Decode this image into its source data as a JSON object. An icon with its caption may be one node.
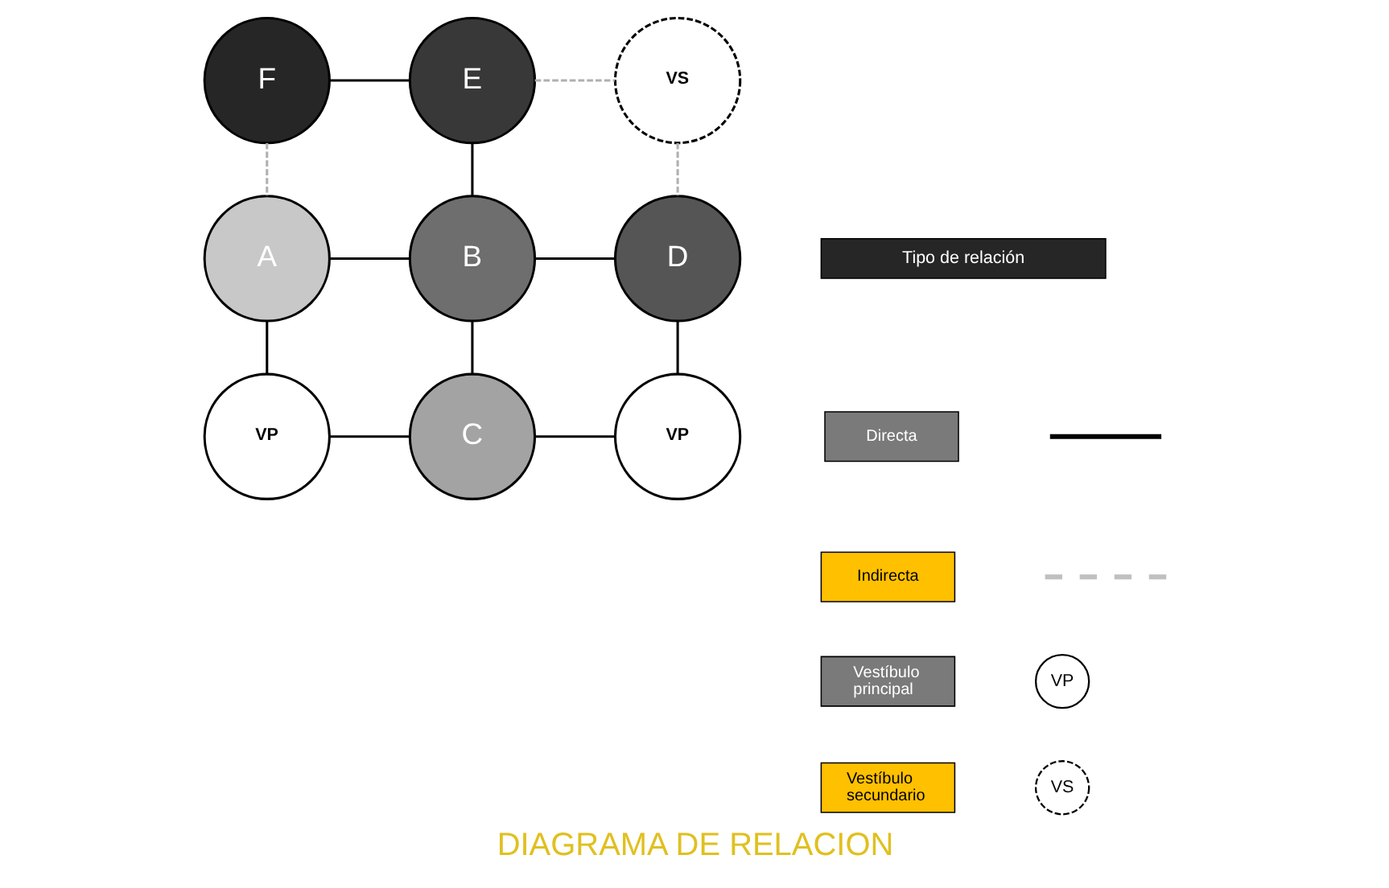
{
  "diagram": {
    "title": "DIAGRAMA DE RELACION",
    "nodes": [
      {
        "text": [
          "F"
        ]
      },
      {
        "text": [
          "E"
        ]
      },
      {
        "text": [
          "VS"
        ]
      },
      {
        "text": [
          "A"
        ]
      },
      {
        "text": [
          "B"
        ]
      },
      {
        "text": [
          "D"
        ]
      },
      {
        "text": [
          "VP"
        ]
      },
      {
        "text": [
          "C"
        ]
      },
      {
        "text": [
          "VP"
        ]
      }
    ],
    "edges": [
      {
        "from": 0,
        "to": 1,
        "arrow": "none"
      },
      {
        "from": 1,
        "to": 2,
        "arrow": "none",
        "style": "dashed",
        "color": "#b0b0b0"
      },
      {
        "from": 0,
        "to": 3,
        "arrow": "none",
        "style": "dashed",
        "color": "#b0b0b0"
      },
      {
        "from": 1,
        "to": 4,
        "arrow": "none"
      },
      {
        "from": 2,
        "to": 5,
        "arrow": "none",
        "style": "dashed",
        "color": "#b0b0b0"
      },
      {
        "from": 3,
        "to": 4,
        "arrow": "none"
      },
      {
        "from": 4,
        "to": 5,
        "arrow": "none"
      },
      {
        "from": 3,
        "to": 6,
        "arrow": "none"
      },
      {
        "from": 4,
        "to": 7,
        "arrow": "none"
      },
      {
        "from": 5,
        "to": 8,
        "arrow": "none"
      },
      {
        "from": 6,
        "to": 7,
        "arrow": "none"
      },
      {
        "from": 7,
        "to": 8,
        "arrow": "none"
      }
    ],
    "labels": [
      "Tipo de relación",
      "VP",
      "VS"
    ],
    "legend": [
      {
        "text": "Directa"
      },
      {
        "text": "Indirecta"
      },
      {
        "text": "Vestíbulo principal"
      },
      {
        "text": "Vestíbulo secundario"
      }
    ]
  }
}
